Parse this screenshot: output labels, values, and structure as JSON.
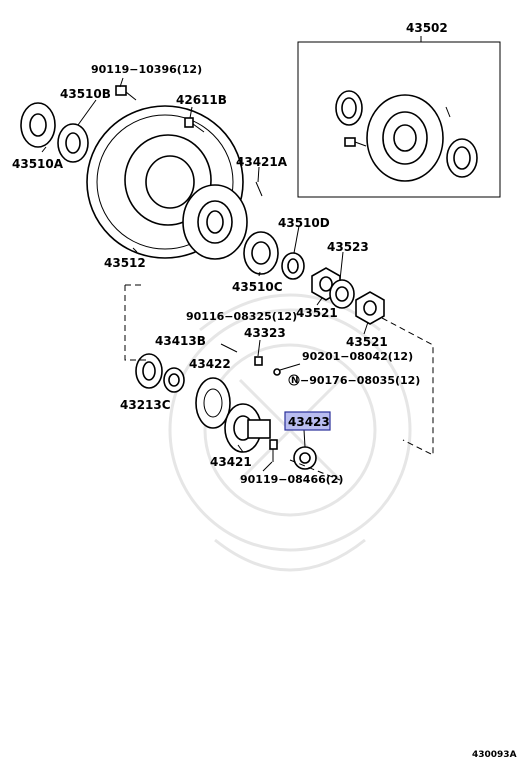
{
  "labels": {
    "assy_43502": "43502",
    "bolt_90119_10396": "90119−10396(12)",
    "seal_43510B": "43510B",
    "bolt_42611B": "42611B",
    "seal_43510A": "43510A",
    "pin_43421A": "43421A",
    "bearing_43510D": "43510D",
    "rotor_43512": "43512",
    "washer_43523": "43523",
    "bearing_43510C": "43510C",
    "nut_43521_upper": "43521",
    "bolt_90116_08325": "90116−08325(12)",
    "part_43323": "43323",
    "nut_43521_lower": "43521",
    "gasket_43413B": "43413B",
    "gasket_43422": "43422",
    "washer_90201_08042": "90201−08042(12)",
    "nut_90176_08035": "−90176−08035(12)",
    "nut_marker": "N",
    "seal_43213C": "43213C",
    "part_43423": "43423",
    "hub_43421": "43421",
    "bolt_90119_08466": "90119−08466(2)"
  },
  "figure_number": "430093A",
  "highlight_color": "#b9bdf0"
}
